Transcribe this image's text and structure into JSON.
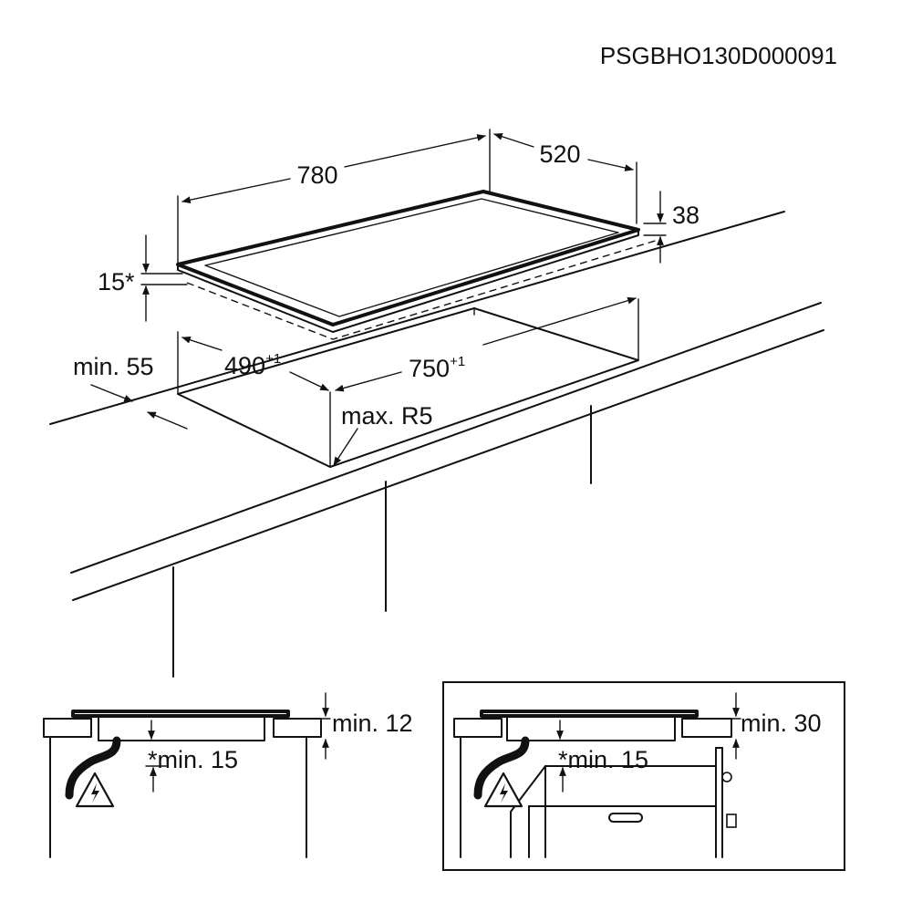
{
  "document_code": "PSGBHO130D000091",
  "main_view": {
    "dim_width": "780",
    "dim_depth": "520",
    "dim_height": "38",
    "dim_surface": "15",
    "dim_surface_mark": "*",
    "cutout_depth": "490",
    "cutout_depth_tolerance": "+1",
    "cutout_width": "750",
    "cutout_width_tolerance": "+1",
    "min_edge": "min. 55",
    "corner_radius": "max. R5"
  },
  "detail_left": {
    "min_gap_top": "min. 12",
    "min_gap_below": "*min. 15"
  },
  "detail_right": {
    "min_gap_top": "min. 30",
    "min_gap_below": "*min. 15"
  },
  "icons": [
    "electrical-hazard-icon",
    "electrical-hazard-icon"
  ]
}
